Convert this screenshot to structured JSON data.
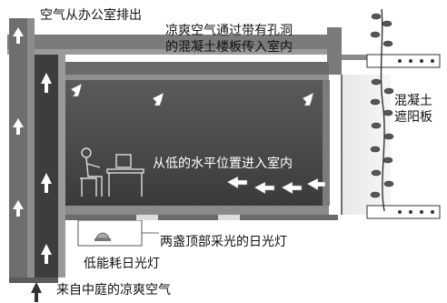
{
  "labels": {
    "exhaust": "空气从办公室排出",
    "slab_line1": "凉爽空气通过带有孔洞",
    "slab_line2": "的混凝土楼板传入室内",
    "shade_line1": "混凝土",
    "shade_line2": "遮阳板",
    "low_entry": "从低的水平位置进入室内",
    "dual_lamp": "两盏顶部采光的日光灯",
    "low_energy": "低能耗日光灯",
    "courtyard": "来自中庭的凉爽空气"
  }
}
